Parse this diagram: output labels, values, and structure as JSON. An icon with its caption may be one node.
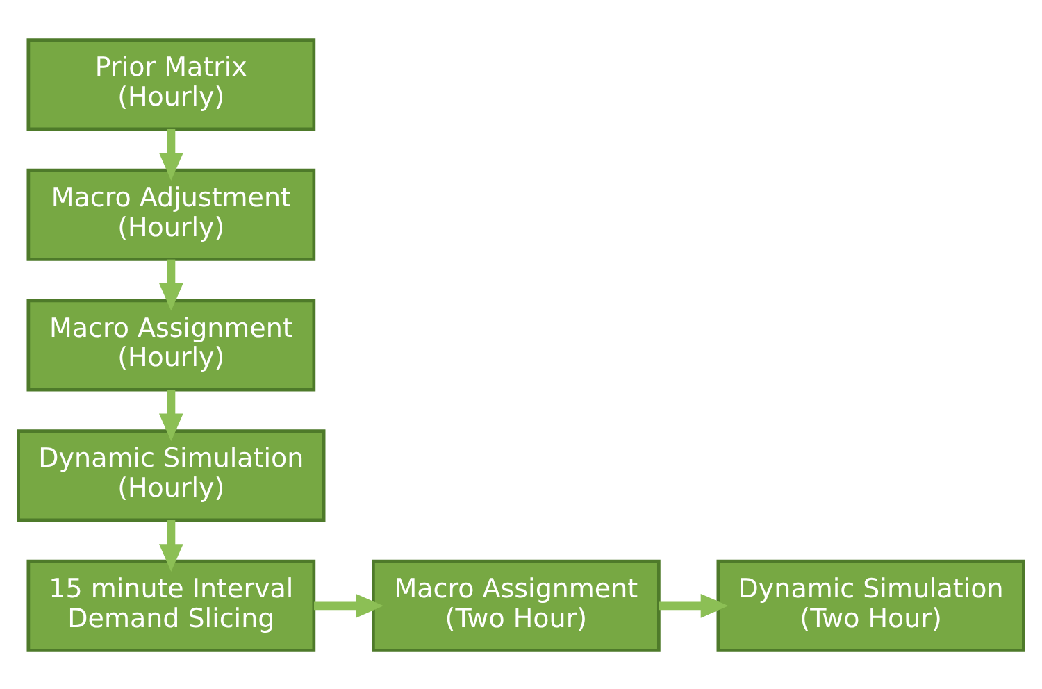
{
  "diagram": {
    "nodes": [
      {
        "text": [
          "Prior Matrix",
          "(Hourly)"
        ]
      },
      {
        "text": [
          "Macro Adjustment",
          "(Hourly)"
        ]
      },
      {
        "text": [
          "Macro Assignment",
          "(Hourly)"
        ]
      },
      {
        "text": [
          "Dynamic Simulation",
          "(Hourly)"
        ]
      },
      {
        "text": [
          "15 minute Interval",
          "Demand Slicing"
        ]
      },
      {
        "text": [
          "Macro Assignment",
          "(Two Hour)"
        ]
      },
      {
        "text": [
          "Dynamic Simulation",
          "(Two Hour)"
        ]
      }
    ],
    "edges": [
      {
        "from": 0,
        "to": 1,
        "arrow": "to"
      },
      {
        "from": 1,
        "to": 2,
        "arrow": "to"
      },
      {
        "from": 2,
        "to": 3,
        "arrow": "to"
      },
      {
        "from": 3,
        "to": 4,
        "arrow": "to"
      },
      {
        "from": 4,
        "to": 5,
        "arrow": "to"
      },
      {
        "from": 5,
        "to": 6,
        "arrow": "to"
      }
    ]
  }
}
